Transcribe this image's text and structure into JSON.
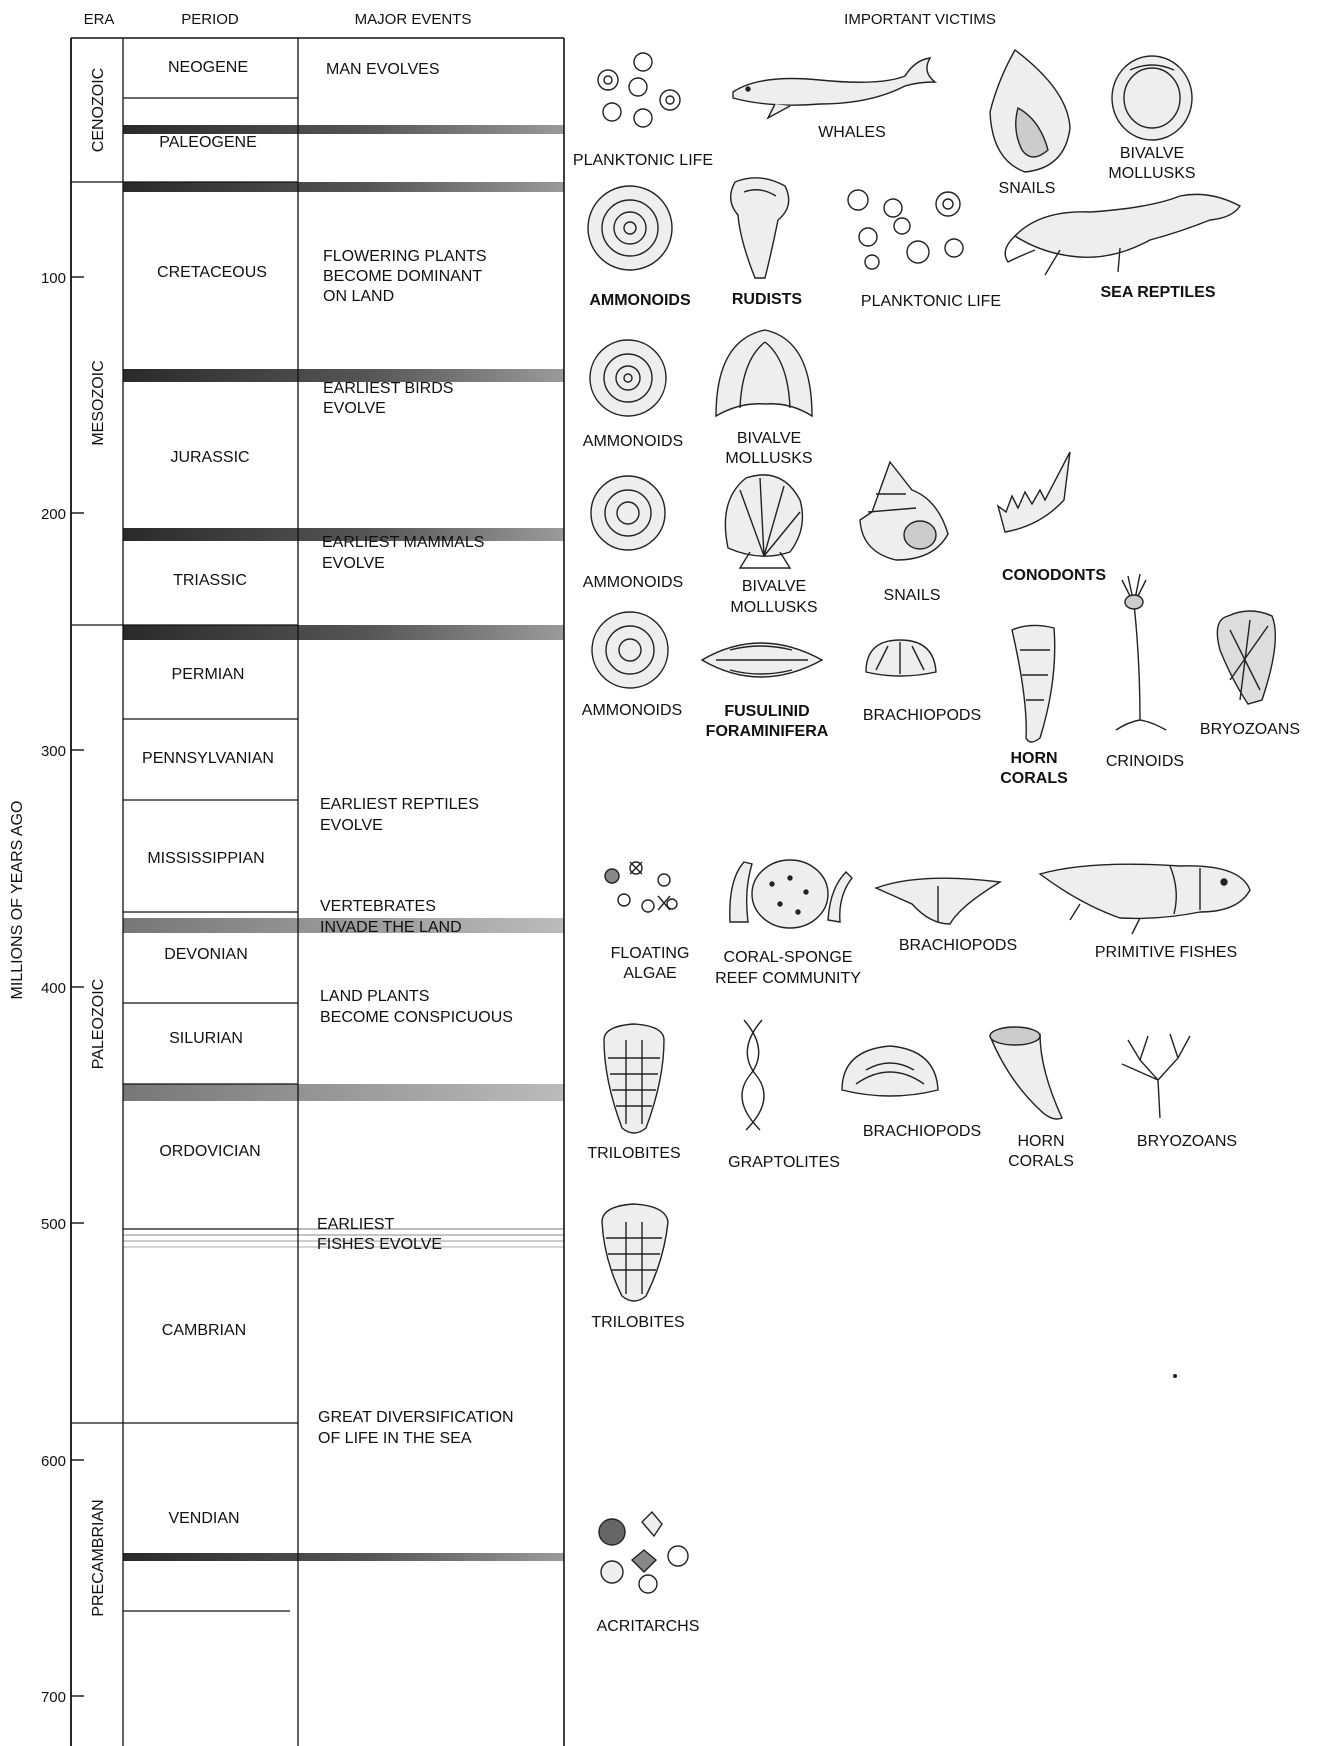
{
  "headers": {
    "era": "ERA",
    "period": "PERIOD",
    "events": "MAJOR EVENTS",
    "victims": "IMPORTANT VICTIMS"
  },
  "axis": {
    "label": "MILLIONS OF YEARS AGO",
    "ticks": [
      "100",
      "200",
      "300",
      "400",
      "500",
      "600",
      "700"
    ]
  },
  "eras": [
    "CENOZOIC",
    "MESOZOIC",
    "PALEOZOIC",
    "PRECAMBRIAN"
  ],
  "periods": [
    "NEOGENE",
    "PALEOGENE",
    "CRETACEOUS",
    "JURASSIC",
    "TRIASSIC",
    "PERMIAN",
    "PENNSYLVANIAN",
    "MISSISSIPPIAN",
    "DEVONIAN",
    "SILURIAN",
    "ORDOVICIAN",
    "CAMBRIAN",
    "VENDIAN"
  ],
  "events": [
    [
      "MAN  EVOLVES"
    ],
    [
      "FLOWERING PLANTS",
      "BECOME DOMINANT",
      "ON LAND"
    ],
    [
      "EARLIEST BIRDS",
      "EVOLVE"
    ],
    [
      "EARLIEST  MAMMALS",
      "EVOLVE"
    ],
    [
      "EARLIEST  REPTILES",
      "EVOLVE"
    ],
    [
      "VERTEBRATES",
      "INVADE THE LAND"
    ],
    [
      "LAND PLANTS",
      "BECOME CONSPICUOUS"
    ],
    [
      "EARLIEST",
      "FISHES EVOLVE"
    ],
    [
      "GREAT DIVERSIFICATION",
      "OF LIFE IN THE SEA"
    ]
  ],
  "victims": [
    {
      "lines": [
        "PLANKTONIC LIFE"
      ],
      "icon": "foraminifera-cluster-icon"
    },
    {
      "lines": [
        "WHALES"
      ],
      "icon": "whale-icon"
    },
    {
      "lines": [
        "SNAILS"
      ],
      "icon": "snail-shell-icon"
    },
    {
      "lines": [
        "BIVALVE",
        "MOLLUSKS"
      ],
      "icon": "bivalve-shell-icon"
    },
    {
      "lines": [
        "AMMONOIDS"
      ],
      "bold": true,
      "icon": "ammonite-icon"
    },
    {
      "lines": [
        "RUDISTS"
      ],
      "bold": true,
      "icon": "rudist-icon"
    },
    {
      "lines": [
        "PLANKTONIC LIFE"
      ],
      "icon": "foraminifera-cluster-icon"
    },
    {
      "lines": [
        "SEA REPTILES"
      ],
      "bold": true,
      "icon": "sea-reptile-icon"
    },
    {
      "lines": [
        "AMMONOIDS"
      ],
      "icon": "ammonite-icon"
    },
    {
      "lines": [
        "BIVALVE",
        "MOLLUSKS"
      ],
      "icon": "bivalve-shell-icon"
    },
    {
      "lines": [
        "AMMONOIDS"
      ],
      "icon": "ammonite-icon"
    },
    {
      "lines": [
        "BIVALVE",
        "MOLLUSKS"
      ],
      "icon": "scallop-shell-icon"
    },
    {
      "lines": [
        "SNAILS"
      ],
      "icon": "turret-snail-icon"
    },
    {
      "lines": [
        "CONODONTS"
      ],
      "bold": true,
      "icon": "conodont-icon"
    },
    {
      "lines": [
        "AMMONOIDS"
      ],
      "icon": "ammonite-icon"
    },
    {
      "lines": [
        "FUSULINID",
        "FORAMINIFERA"
      ],
      "bold": true,
      "icon": "fusulinid-icon"
    },
    {
      "lines": [
        "BRACHIOPODS"
      ],
      "icon": "brachiopod-icon"
    },
    {
      "lines": [
        "HORN",
        "CORALS"
      ],
      "bold": true,
      "icon": "horn-coral-icon"
    },
    {
      "lines": [
        "CRINOIDS"
      ],
      "icon": "crinoid-icon"
    },
    {
      "lines": [
        "BRYOZOANS"
      ],
      "icon": "bryozoan-fan-icon"
    },
    {
      "lines": [
        "FLOATING",
        "ALGAE"
      ],
      "icon": "algae-cluster-icon"
    },
    {
      "lines": [
        "CORAL-SPONGE",
        "REEF COMMUNITY"
      ],
      "icon": "reef-icon"
    },
    {
      "lines": [
        "BRACHIOPODS"
      ],
      "icon": "spiriferid-brachiopod-icon"
    },
    {
      "lines": [
        "PRIMITIVE FISHES"
      ],
      "icon": "armored-fish-icon"
    },
    {
      "lines": [
        "TRILOBITES"
      ],
      "icon": "trilobite-icon"
    },
    {
      "lines": [
        "GRAPTOLITES"
      ],
      "icon": "graptolite-icon"
    },
    {
      "lines": [
        "BRACHIOPODS"
      ],
      "icon": "brachiopod-icon"
    },
    {
      "lines": [
        "HORN",
        "CORALS"
      ],
      "icon": "horn-coral-icon"
    },
    {
      "lines": [
        "BRYOZOANS"
      ],
      "icon": "bryozoan-branch-icon"
    },
    {
      "lines": [
        "TRILOBITES"
      ],
      "icon": "trilobite-icon"
    },
    {
      "lines": [
        "ACRITARCHS"
      ],
      "icon": "acritarch-cluster-icon"
    }
  ]
}
